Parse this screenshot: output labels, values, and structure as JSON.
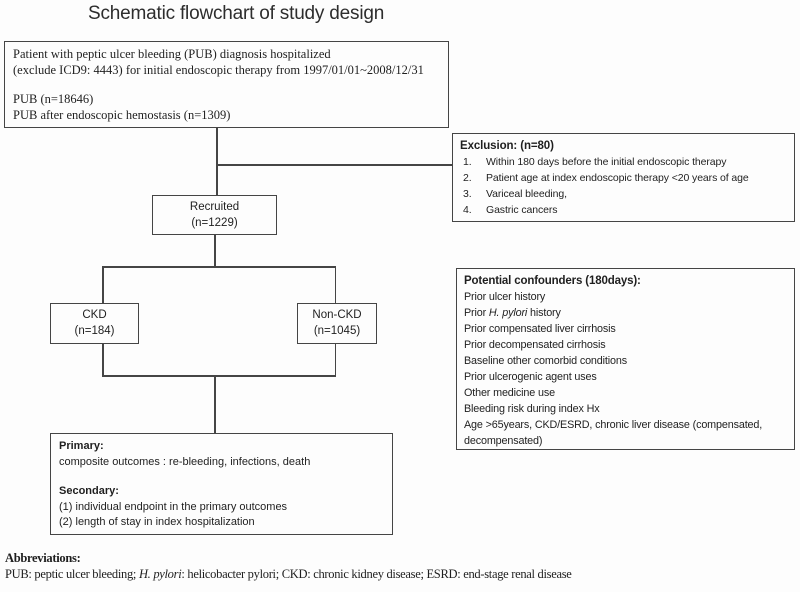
{
  "title": "Schematic flowchart of study design",
  "colors": {
    "border": "#454545",
    "text": "#1f1f1f",
    "background": "#fdfdfd"
  },
  "top_box": {
    "line1": "Patient with peptic ulcer bleeding (PUB) diagnosis hospitalized",
    "line2": "(exclude ICD9: 4443) for initial endoscopic therapy from 1997/01/01~2008/12/31",
    "count1": "PUB (n=18646)",
    "count2": "PUB after endoscopic hemostasis (n=1309)"
  },
  "exclusion_box": {
    "title": "Exclusion: (n=80)",
    "items": [
      {
        "num": "1.",
        "text": "Within 180 days before the initial endoscopic therapy"
      },
      {
        "num": "2.",
        "text": "Patient age at index endoscopic therapy <20 years of age"
      },
      {
        "num": "3.",
        "text": "Variceal bleeding,"
      },
      {
        "num": "4.",
        "text": "Gastric cancers"
      }
    ]
  },
  "recruited_box": {
    "label": "Recruited",
    "count": "(n=1229)"
  },
  "ckd_box": {
    "label": "CKD",
    "count": "(n=184)"
  },
  "non_ckd_box": {
    "label": "Non-CKD",
    "count": "(n=1045)"
  },
  "confounders_box": {
    "title": "Potential confounders (180days):",
    "items": [
      "Prior ulcer history",
      {
        "pre": "Prior ",
        "italic": "H. pylori",
        "post": " history"
      },
      "Prior compensated liver cirrhosis",
      "Prior decompensated cirrhosis",
      "Baseline other comorbid conditions",
      "Prior ulcerogenic agent uses",
      "Other medicine use",
      "Bleeding risk during index Hx",
      "Age >65years, CKD/ESRD, chronic liver disease (compensated, decompensated)"
    ]
  },
  "outcomes_box": {
    "primary_title": "Primary:",
    "primary_text": "composite outcomes : re-bleeding, infections, death",
    "secondary_title": "Secondary:",
    "secondary_items": [
      "(1) individual endpoint in the primary outcomes",
      "(2) length of stay in index hospitalization"
    ]
  },
  "abbreviations": {
    "title": "Abbreviations:",
    "pre": "PUB: peptic ulcer bleeding; ",
    "italic": "H. pylori",
    "post": ": helicobacter pylori; CKD: chronic kidney disease; ESRD: end-stage renal disease"
  }
}
